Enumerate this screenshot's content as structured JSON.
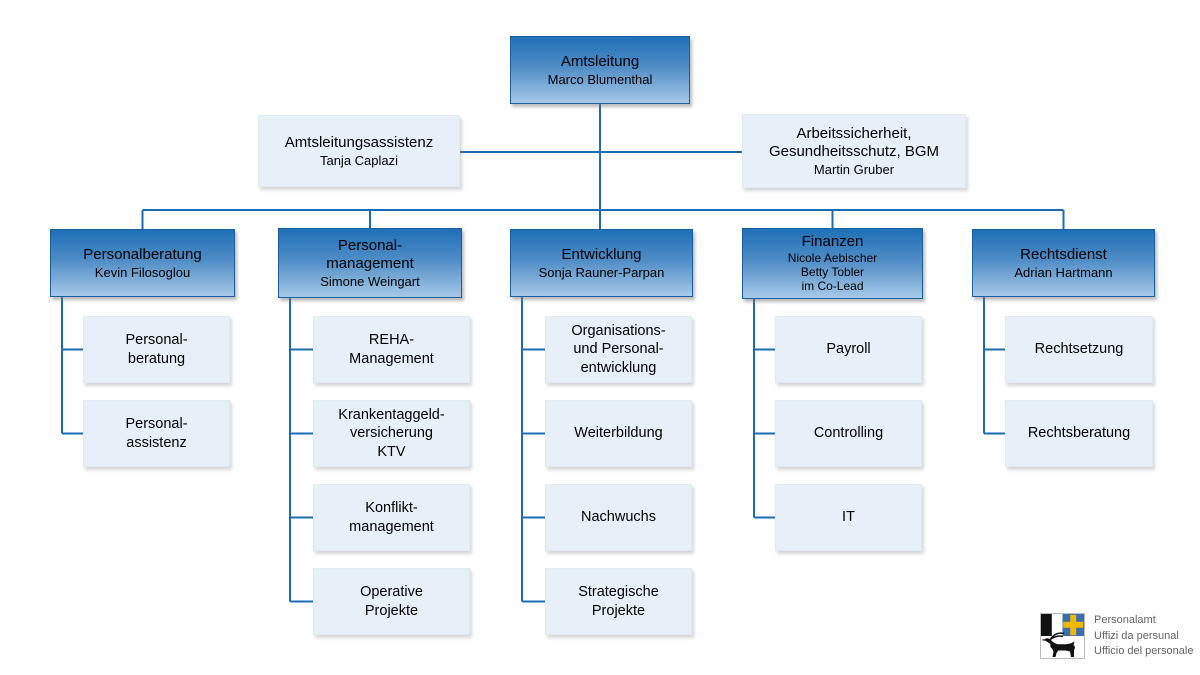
{
  "colors": {
    "connector": "#1b6cb4",
    "box_blue_top": "#1e70b8",
    "box_blue_bottom": "#a6c9e8",
    "box_light": "#e7f0f8",
    "shield_blue": "#3a6db2",
    "shield_yellow": "#f2b700"
  },
  "root": {
    "title": "Amtsleitung",
    "name": "Marco Blumenthal"
  },
  "staff_left": {
    "title": "Amtsleitungsassistenz",
    "name": "Tanja Caplazi"
  },
  "staff_right": {
    "title": "Arbeitssicherheit,\nGesundheitsschutz, BGM",
    "name": "Martin Gruber"
  },
  "departments": [
    {
      "title": "Personalberatung",
      "name": "Kevin Filosoglou",
      "units": [
        "Personal-\nberatung",
        "Personal-\nassistenz"
      ]
    },
    {
      "title": "Personal-\nmanagement",
      "name": "Simone Weingart",
      "units": [
        "REHA-\nManagement",
        "Krankentaggeld-\nversicherung\nKTV",
        "Konflikt-\nmanagement",
        "Operative\nProjekte"
      ]
    },
    {
      "title": "Entwicklung",
      "name": "Sonja Rauner-Parpan",
      "units": [
        "Organisations-\nund Personal-\nentwicklung",
        "Weiterbildung",
        "Nachwuchs",
        "Strategische\nProjekte"
      ]
    },
    {
      "title": "Finanzen",
      "name": "Nicole Aebischer\nBetty Tobler\nim Co-Lead",
      "units": [
        "Payroll",
        "Controlling",
        "IT"
      ]
    },
    {
      "title": "Rechtsdienst",
      "name": "Adrian Hartmann",
      "units": [
        "Rechtsetzung",
        "Rechtsberatung"
      ]
    }
  ],
  "logo": {
    "lines": [
      "Personalamt",
      "Uffizi da persunal",
      "Ufficio del personale"
    ]
  }
}
